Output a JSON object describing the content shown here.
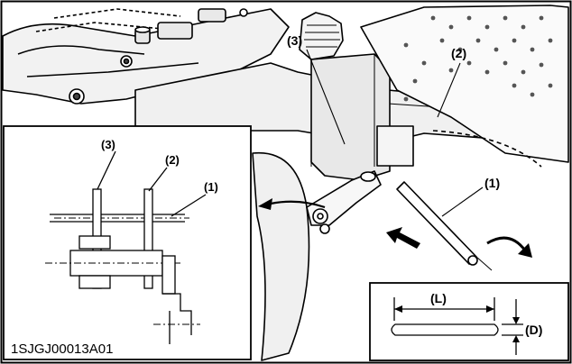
{
  "callouts": {
    "c1": "(1)",
    "c2": "(2)",
    "c3": "(3)"
  },
  "inset_left": {
    "c1": "(1)",
    "c2": "(2)",
    "c3": "(3)",
    "figure_code": "1SJGJ00013A01"
  },
  "inset_right": {
    "length_label": "(L)",
    "diameter_label": "(D)"
  }
}
